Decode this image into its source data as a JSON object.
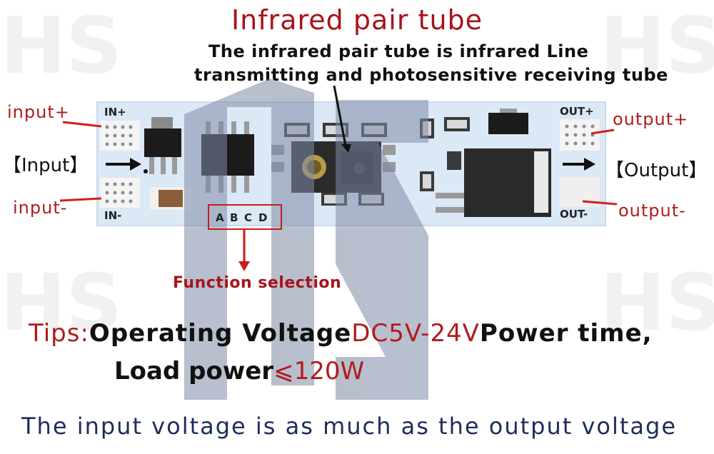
{
  "title": "Infrared pair tube",
  "description_line1": "The infrared pair tube is infrared Line",
  "description_line2": "transmitting and photosensitive receiving tube",
  "labels": {
    "input_plus": "input+",
    "input_minus": "input-",
    "input": "【Input】",
    "output_plus": "output+",
    "output_minus": "output-",
    "output": "【Output】",
    "function_selection": "Function selection"
  },
  "board": {
    "in_plus": "IN+",
    "in_minus": "IN-",
    "out_plus": "OUT+",
    "out_minus": "OUT-",
    "pad_a": "A",
    "pad_b": "B",
    "pad_c": "C",
    "pad_d": "D"
  },
  "tips": {
    "prefix": "Tips:",
    "text1": "Operating Voltage",
    "voltage": "DC5V-24V",
    "text2": "Power time,",
    "load": "Load power",
    "power": "⩽120W"
  },
  "footer": "The input voltage is as much as the output voltage",
  "colors": {
    "accent_red": "#b01c1c",
    "board_blue": "#dbe8f6",
    "watermark": "#7d8ba6",
    "footer_navy": "#1d2d5c"
  }
}
